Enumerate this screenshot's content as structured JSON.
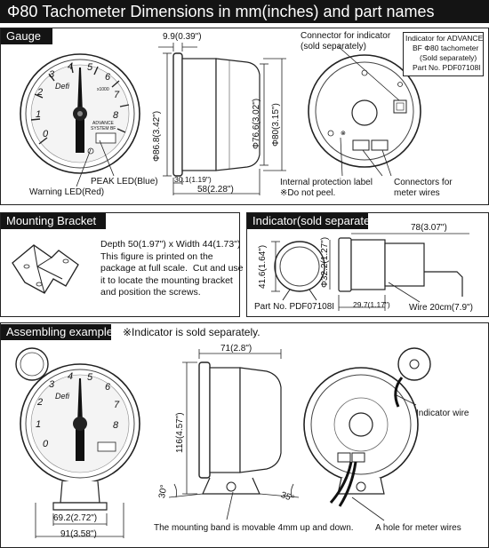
{
  "title": "Φ80 Tachometer Dimensions in mm(inches) and part names",
  "sections": {
    "gauge": "Gauge",
    "mounting": "Mounting Bracket",
    "indicator": "Indicator(sold separately)",
    "assembling": "Assembling example"
  },
  "gauge": {
    "dim_front_depth": "9.9(0.39\")",
    "dim_face_dia": "Φ86.8(3.42\")",
    "dim_body_dia": "Φ76.6(3.02\")",
    "dim_flange_dia": "Φ80(3.15\")",
    "dim_bezel": "30.1(1.19\")",
    "dim_total_length": "58(2.28\")",
    "peak_led": "PEAK LED(Blue)",
    "warning_led": "Warning LED(Red)",
    "connector_indicator": [
      "Connector for indicator",
      "(sold separately)"
    ],
    "advance_note": [
      "Indicator for ADVANCE",
      "BF Φ80 tachometer",
      "(Sold separately)",
      "Part No. PDF07108I"
    ],
    "protection_label": [
      "Internal protection label",
      "※Do not peel."
    ],
    "connectors_meter": [
      "Connectors for",
      "meter wires"
    ],
    "dial_numbers": [
      "0",
      "1",
      "2",
      "3",
      "4",
      "5",
      "6",
      "7",
      "8"
    ],
    "brand": "Defi",
    "face_text": [
      "ADVANCE",
      "SYSTEM BF"
    ],
    "unit": "x1000"
  },
  "mounting": {
    "description": "Depth 50(1.97\") x Width 44(1.73\")\nThis figure is printed on the\npackage at full scale.  Cut and use\nit to locate the mounting bracket\nand position the screws."
  },
  "indicator": {
    "dim_length": "78(3.07\")",
    "dim_height": "41.6(1.64\")",
    "dim_dia": "Φ32.2(1.27\")",
    "dim_lens": "29.7(1.17\")",
    "part_no": "Part No. PDF07108I",
    "wire": "Wire 20cm(7.9\")"
  },
  "assembling": {
    "note": "※Indicator is sold separately.",
    "dim_depth": "71(2.8\")",
    "dim_height": "116(4.57\")",
    "angle_left": "30°",
    "angle_right": "35°",
    "dim_base": "69.2(2.72\")",
    "dim_width": "91(3.58\")",
    "band_note": "The mounting band is movable 4mm up and down.",
    "indicator_wire": "Indicator wire",
    "hole_note": "A hole for meter wires"
  }
}
